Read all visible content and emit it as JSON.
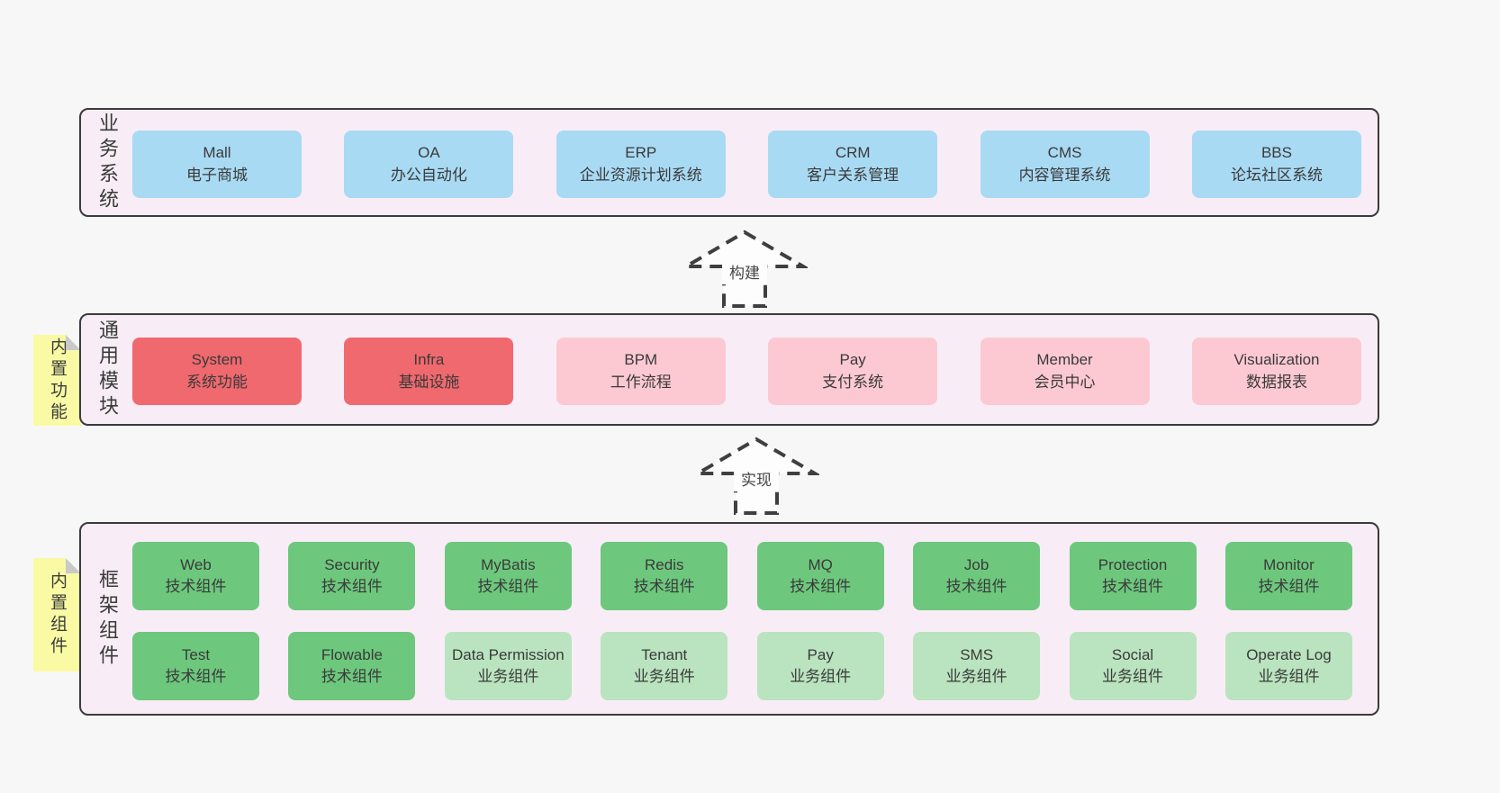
{
  "colors": {
    "page_bg": "#f7f7f7",
    "panel_bg": "#f8edf6",
    "panel_border": "#3b3b3b",
    "box_blue": "#a9daf3",
    "box_red": "#f0696e",
    "box_pink": "#fcc9d3",
    "box_green": "#6dc87d",
    "box_light_green": "#bae4bf",
    "sticky_yellow": "#fafaa5",
    "fold_gray": "#c9c9c9",
    "text": "#3c3c3c"
  },
  "arrows": [
    {
      "label": "构建"
    },
    {
      "label": "实现"
    }
  ],
  "sections": [
    {
      "label": "业务系统",
      "boxes": [
        {
          "title": "Mall",
          "sub": "电子商城",
          "variant": "blue"
        },
        {
          "title": "OA",
          "sub": "办公自动化",
          "variant": "blue"
        },
        {
          "title": "ERP",
          "sub": "企业资源计划系统",
          "variant": "blue"
        },
        {
          "title": "CRM",
          "sub": "客户关系管理",
          "variant": "blue"
        },
        {
          "title": "CMS",
          "sub": "内容管理系统",
          "variant": "blue"
        },
        {
          "title": "BBS",
          "sub": "论坛社区系统",
          "variant": "blue"
        }
      ]
    },
    {
      "label": "通用模块",
      "sticky": "内置功能",
      "boxes": [
        {
          "title": "System",
          "sub": "系统功能",
          "variant": "red"
        },
        {
          "title": "Infra",
          "sub": "基础设施",
          "variant": "red"
        },
        {
          "title": "BPM",
          "sub": "工作流程",
          "variant": "pink"
        },
        {
          "title": "Pay",
          "sub": "支付系统",
          "variant": "pink"
        },
        {
          "title": "Member",
          "sub": "会员中心",
          "variant": "pink"
        },
        {
          "title": "Visualization",
          "sub": "数据报表",
          "variant": "pink"
        }
      ]
    },
    {
      "label": "框架组件",
      "sticky": "内置组件",
      "rows": [
        [
          {
            "title": "Web",
            "sub": "技术组件",
            "variant": "green"
          },
          {
            "title": "Security",
            "sub": "技术组件",
            "variant": "green"
          },
          {
            "title": "MyBatis",
            "sub": "技术组件",
            "variant": "green"
          },
          {
            "title": "Redis",
            "sub": "技术组件",
            "variant": "green"
          },
          {
            "title": "MQ",
            "sub": "技术组件",
            "variant": "green"
          },
          {
            "title": "Job",
            "sub": "技术组件",
            "variant": "green"
          },
          {
            "title": "Protection",
            "sub": "技术组件",
            "variant": "green"
          },
          {
            "title": "Monitor",
            "sub": "技术组件",
            "variant": "green"
          }
        ],
        [
          {
            "title": "Test",
            "sub": "技术组件",
            "variant": "green"
          },
          {
            "title": "Flowable",
            "sub": "技术组件",
            "variant": "green"
          },
          {
            "title": "Data Permission",
            "sub": "业务组件",
            "variant": "light"
          },
          {
            "title": "Tenant",
            "sub": "业务组件",
            "variant": "light"
          },
          {
            "title": "Pay",
            "sub": "业务组件",
            "variant": "light"
          },
          {
            "title": "SMS",
            "sub": "业务组件",
            "variant": "light"
          },
          {
            "title": "Social",
            "sub": "业务组件",
            "variant": "light"
          },
          {
            "title": "Operate Log",
            "sub": "业务组件",
            "variant": "light"
          }
        ]
      ]
    }
  ]
}
